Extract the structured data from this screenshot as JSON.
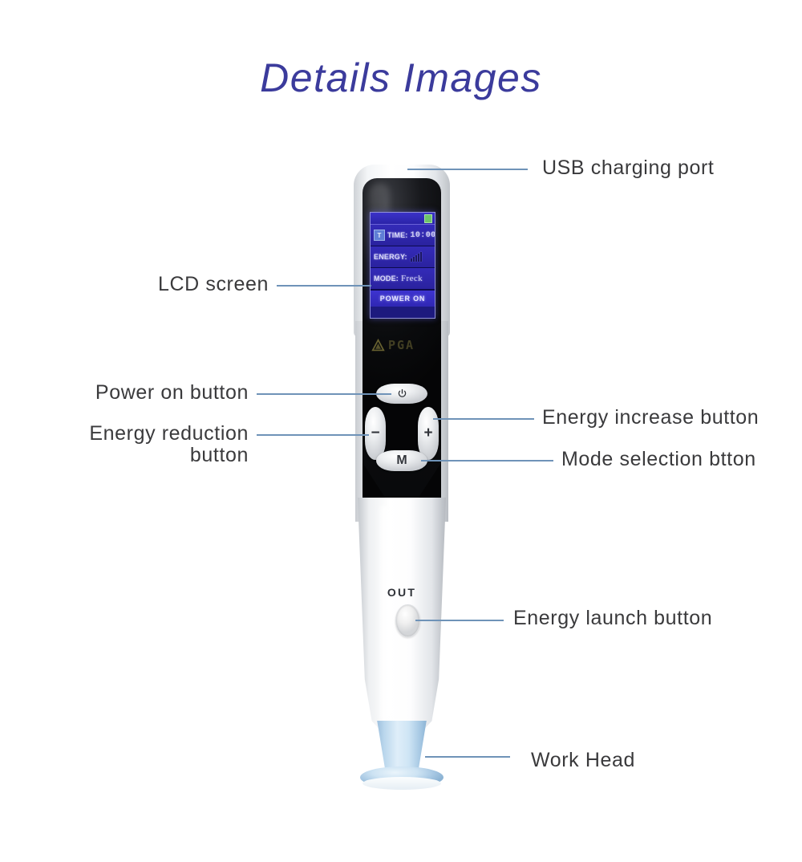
{
  "page": {
    "title": "Details Images",
    "title_color": "#3b3b9c",
    "background": "#ffffff",
    "leader_color": "#6f93b8",
    "label_color": "#3a3a3c"
  },
  "callouts": [
    {
      "id": "usb-charging-port",
      "label": "USB charging port",
      "side": "right"
    },
    {
      "id": "lcd-screen",
      "label": "LCD screen",
      "side": "left"
    },
    {
      "id": "power-on-button",
      "label": "Power on button",
      "side": "left"
    },
    {
      "id": "energy-reduction",
      "label": "Energy reduction\nbutton",
      "side": "left"
    },
    {
      "id": "energy-increase",
      "label": "Energy increase button",
      "side": "right"
    },
    {
      "id": "mode-selection",
      "label": "Mode selection btton",
      "side": "right"
    },
    {
      "id": "energy-launch",
      "label": "Energy launch button",
      "side": "right"
    },
    {
      "id": "work-head",
      "label": "Work Head",
      "side": "right"
    }
  ],
  "device": {
    "lcd": {
      "time_icon": "T",
      "time_key": "TIME:",
      "time_value": "10:00",
      "energy_key": "ENERGY:",
      "energy_bars": 5,
      "mode_key": "MODE:",
      "mode_value": "Freck",
      "status_text": "POWER ON",
      "screen_color": "#2f27b4",
      "battery_color": "#6ec46a"
    },
    "logo": {
      "wordmark": "PGA",
      "color": "#6a6434"
    },
    "buttons": {
      "power": "⏻",
      "minus": "−",
      "plus": "+",
      "mode": "M",
      "out_label": "OUT"
    },
    "work_head_color": "#b9d6ec"
  }
}
